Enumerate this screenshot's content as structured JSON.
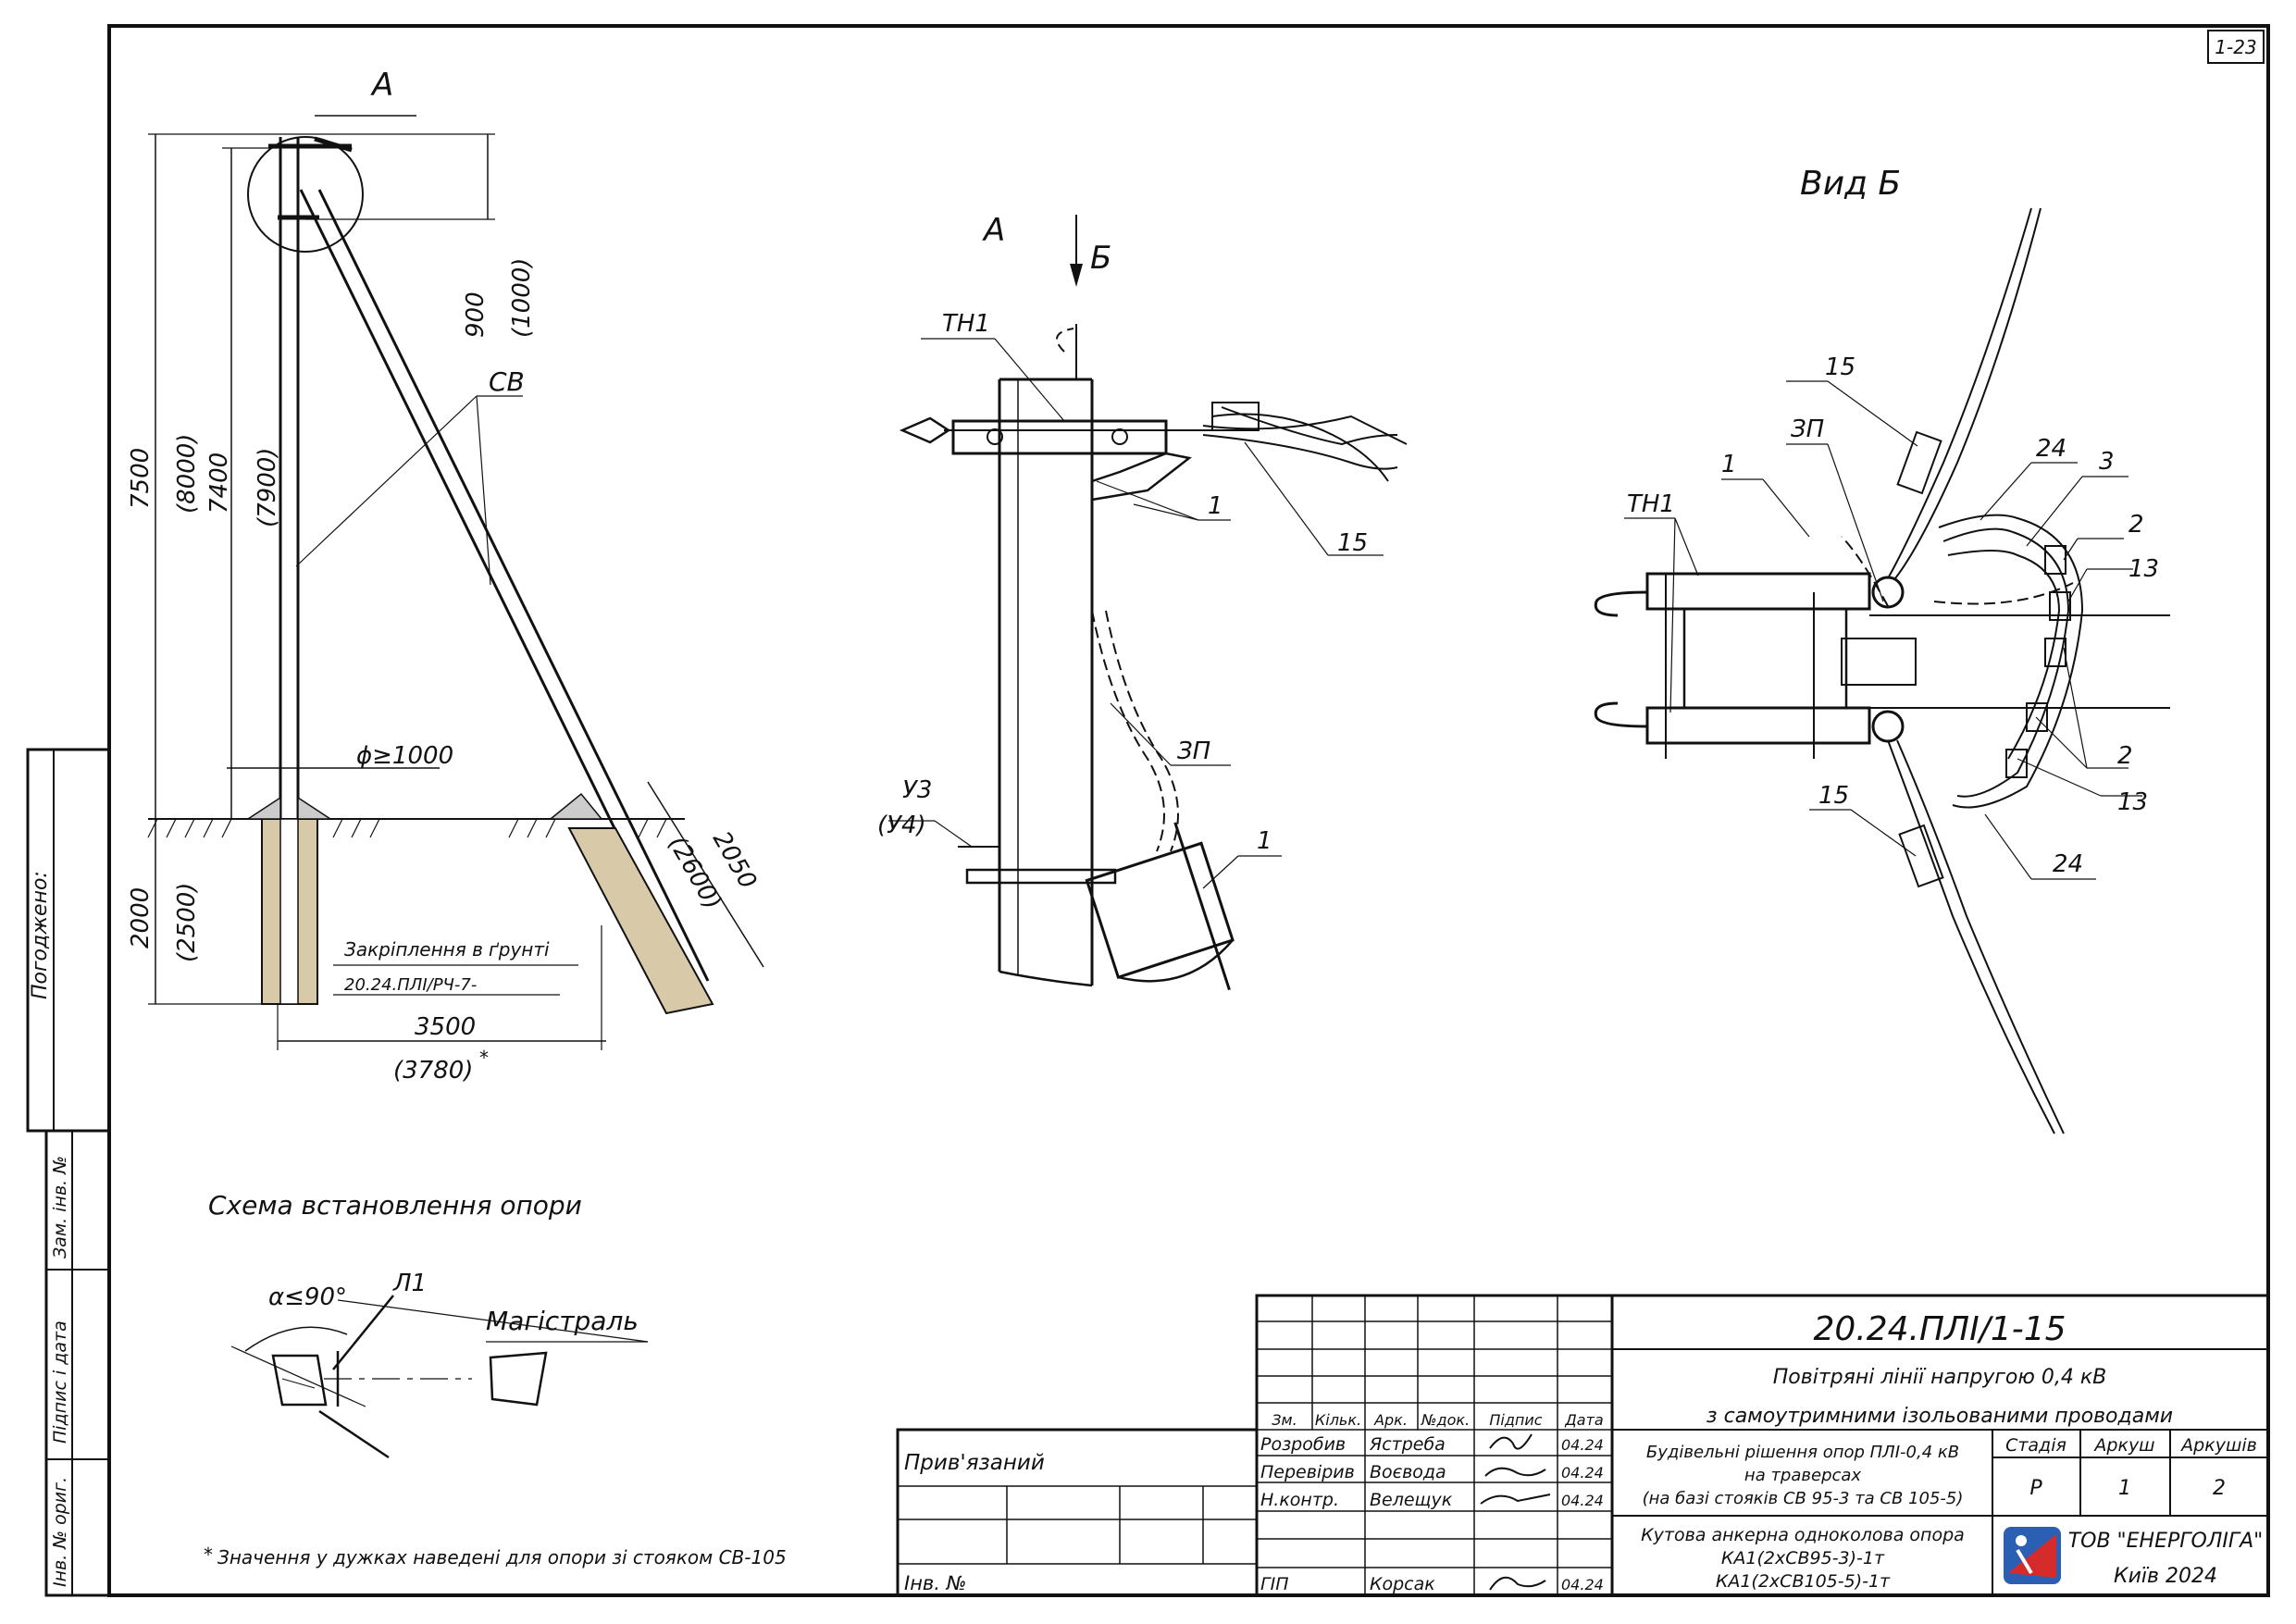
{
  "sheet": {
    "code": "1-23"
  },
  "scheme1": {
    "label_A": "A",
    "label_SV": "СВ",
    "dim_7500": "7500",
    "dim_8000": "(8000)",
    "dim_7400": "7400",
    "dim_7900": "(7900)",
    "dim_900": "900",
    "dim_1000": "(1000)",
    "dim_diam": "ϕ≥1000",
    "dim_2000": "2000",
    "dim_2500": "(2500)",
    "dim_2050": "2050",
    "dim_2600": "(2600)",
    "dim_3500": "3500",
    "dim_3780": "(3780)",
    "star": "*",
    "anchor_label": "Закріплення в ґрунті",
    "anchor_ref": "20.24.ПЛІ/РЧ-7-"
  },
  "detailA": {
    "title": "А",
    "arrow_B": "Б",
    "TN1": "ТН1",
    "pos1a": "1",
    "pos15": "15",
    "ZP": "ЗП",
    "U3": "У3",
    "U4": "(У4)",
    "pos1b": "1"
  },
  "viewB": {
    "title": "Вид Б",
    "p15a": "15",
    "ZP": "ЗП",
    "p1": "1",
    "p24a": "24",
    "p3": "3",
    "TN1": "ТН1",
    "p2a": "2",
    "p13a": "13",
    "p2b": "2",
    "p13b": "13",
    "p15b": "15",
    "p24b": "24"
  },
  "scheme2": {
    "title": "Схема встановлення опори",
    "alpha": "α≤90°",
    "L1": "Л1",
    "main": "Магістраль"
  },
  "footnote": "Значення у дужках наведені для опори зі стояком СВ-105",
  "side": {
    "agreed": "Погоджено:",
    "zam_inv": "Зам. інв. №",
    "sign_date": "Підпис і дата",
    "inv_orig": "Інв. № ориг."
  },
  "stamp": {
    "code": "20.24.ПЛІ/1-15",
    "line1": "Повітряні лінії напругою 0,4 кВ",
    "line2": "з самоутримними ізольованими проводами",
    "headers": [
      "Зм.",
      "Кільк.",
      "Арк.",
      "№док.",
      "Підпис",
      "Дата"
    ],
    "bound": "Прив'язаний",
    "inv_no": "Інв. №",
    "rows": [
      {
        "role": "Розробив",
        "name": "Ястреба",
        "date": "04.24"
      },
      {
        "role": "Перевірив",
        "name": "Воєвода",
        "date": "04.24"
      },
      {
        "role": "Н.контр.",
        "name": "Велещук",
        "date": "04.24"
      },
      {
        "role": "ГІП",
        "name": "Корсак",
        "date": "04.24"
      }
    ],
    "desc1": "Будівельні рішення опор ПЛІ-0,4 кВ",
    "desc2": "на траверсах",
    "desc3": "(на базі стояків СВ 95-3 та СВ 105-5)",
    "stage_h": "Стадія",
    "sheet_h": "Аркуш",
    "sheets_h": "Аркушів",
    "stage": "Р",
    "sheet": "1",
    "sheets": "2",
    "obj1": "Кутова анкерна одноколова опора",
    "obj2": "КА1(2хСВ95-3)-1т",
    "obj3": "КА1(2хСВ105-5)-1т",
    "company": "ТОВ \"ЕНЕРГОЛІГА\"",
    "city": "Київ 2024"
  }
}
